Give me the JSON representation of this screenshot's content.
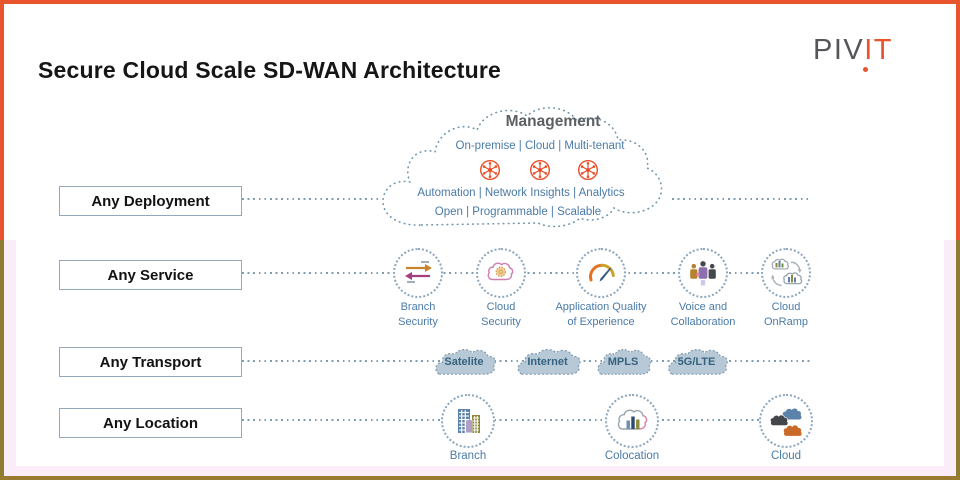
{
  "title": "Secure Cloud Scale SD-WAN Architecture",
  "logo": {
    "gray_part": "PIV",
    "orange_part": "IT"
  },
  "management": {
    "title": "Management",
    "deployment_modes": "On-premise | Cloud | Multi-tenant",
    "capabilities": "Automation | Network Insights | Analytics",
    "platform_qualities": "Open | Programmable | Scalable"
  },
  "row_labels": {
    "deployment": "Any Deployment",
    "service": "Any Service",
    "transport": "Any Transport",
    "location": "Any Location"
  },
  "services": [
    {
      "icon": "bidirectional-arrows-icon",
      "line1": "Branch",
      "line2": "Security"
    },
    {
      "icon": "secure-cloud-icon",
      "line1": "Cloud",
      "line2": "Security"
    },
    {
      "icon": "gauge-icon",
      "line1": "Application Quality",
      "line2": "of Experience"
    },
    {
      "icon": "people-collaboration-icon",
      "line1": "Voice and",
      "line2": "Collaboration"
    },
    {
      "icon": "cloud-onramp-icon",
      "line1": "Cloud",
      "line2": "OnRamp"
    }
  ],
  "transports": [
    "Satelite",
    "Internet",
    "MPLS",
    "5G/LTE"
  ],
  "locations": [
    {
      "icon": "branch-buildings-icon",
      "label": "Branch"
    },
    {
      "icon": "colocation-cloud-chart-icon",
      "label": "Colocation"
    },
    {
      "icon": "multi-cloud-icon",
      "label": "Cloud"
    }
  ],
  "colors": {
    "accent_orange": "#E8542D",
    "border_olive": "#8F7C33",
    "steel_blue_text": "#4A7BA8",
    "transport_cloud_fill": "#B7C9D6",
    "management_icon_orange": "#E8502A",
    "logo_gray": "#55565A"
  }
}
